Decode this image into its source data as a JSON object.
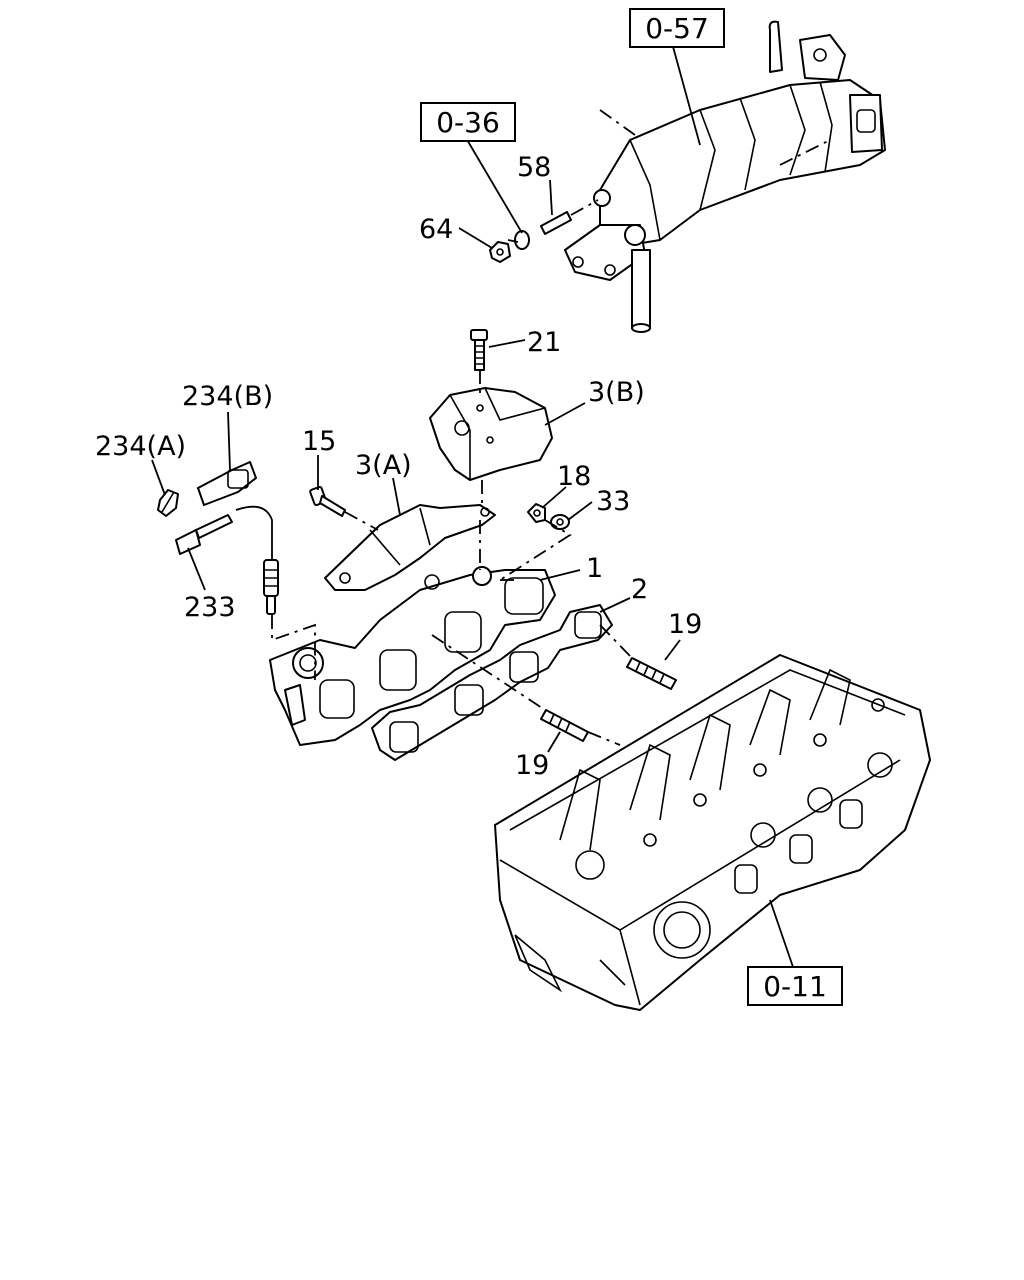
{
  "references": {
    "egr_cooler": "0-57",
    "egr_pipe": "0-36",
    "cylinder_head": "0-11"
  },
  "callouts": {
    "c58": "58",
    "c64": "64",
    "c21": "21",
    "c3b": "3(B)",
    "c234b": "234(B)",
    "c234a": "234(A)",
    "c15": "15",
    "c3a": "3(A)",
    "c18": "18",
    "c33": "33",
    "c1": "1",
    "c2": "2",
    "c19a": "19",
    "c19b": "19",
    "c233": "233"
  }
}
